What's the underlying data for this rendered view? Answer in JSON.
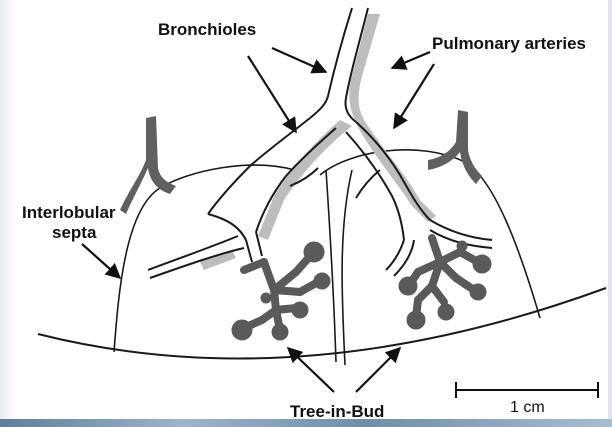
{
  "figure": {
    "labels": {
      "bronchioles": "Bronchioles",
      "pulmonary_arteries": "Pulmonary arteries",
      "interlobular_septa_line1": "Interlobular",
      "interlobular_septa_line2": "septa",
      "tree_in_bud": "Tree-in-Bud",
      "scale": "1 cm"
    },
    "colors": {
      "outline": "#1a1a1a",
      "artery_gray": "#bdbdbd",
      "bud_dark": "#5a5a5a",
      "septa_dark": "#606060"
    },
    "icons": {
      "arrow": "arrow-icon"
    }
  }
}
